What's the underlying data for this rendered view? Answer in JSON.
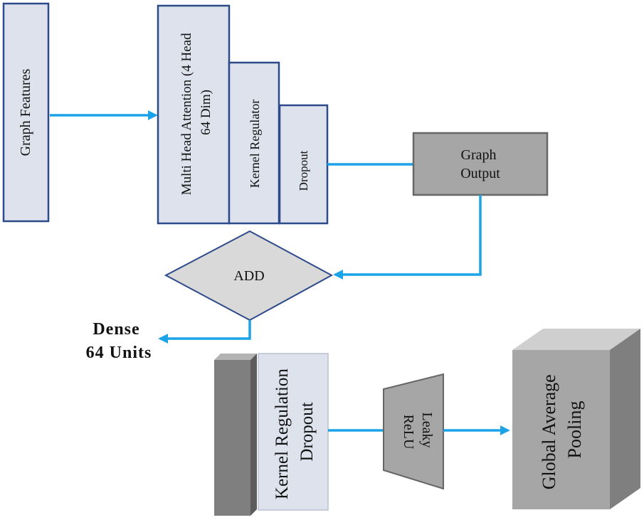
{
  "nodes": {
    "graph_features": "Graph Features",
    "multi_head_attention": {
      "line1": "Multi Head Attention (4 Head",
      "line2": "64 Dim)"
    },
    "kernel_regulator": "Kernel Regulator",
    "dropout": "Dropout",
    "graph_output": {
      "line1": "Graph",
      "line2": "Output"
    },
    "add": "ADD",
    "dense": {
      "line1": "Dense",
      "line2": "64 Units"
    },
    "kernel_regulation_dropout": {
      "line1": "Kernel Regulation",
      "line2": "Dropout"
    },
    "leaky_relu": {
      "line1": "Leaky",
      "line2": "ReLU"
    },
    "global_average_pooling": {
      "line1": "Global Average",
      "line2": "Pooling"
    }
  },
  "colors": {
    "arrow": "#1aa3e8",
    "box_fill_light": "#dde2ec",
    "box_border_blue": "#2d4a8a",
    "box_fill_gray": "#a6a6a6",
    "diamond_fill": "#d9d9d9"
  }
}
